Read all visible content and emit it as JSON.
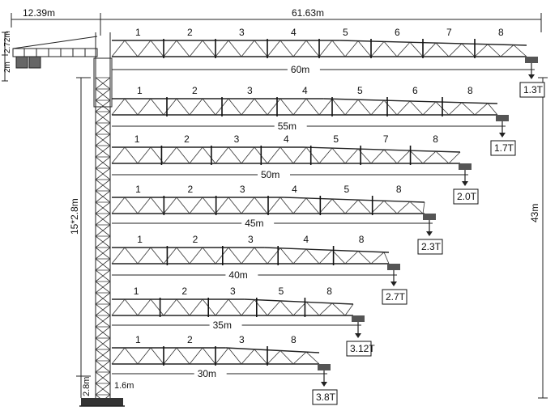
{
  "dimensions": {
    "counter_jib_length": "12.39m",
    "max_jib_length": "61.63m",
    "head_height_top": "2m",
    "head_height_bottom": "2.72m",
    "mast_sections": "15*2.8m",
    "base_section": "2.8m",
    "base_offset": "1.6m",
    "hook_height": "43m"
  },
  "jibs": [
    {
      "length": "60m",
      "load": "1.3T",
      "sections": [
        "1",
        "2",
        "3",
        "4",
        "5",
        "6",
        "7",
        "8"
      ]
    },
    {
      "length": "55m",
      "load": "1.7T",
      "sections": [
        "1",
        "2",
        "3",
        "4",
        "5",
        "6",
        "8"
      ]
    },
    {
      "length": "50m",
      "load": "2.0T",
      "sections": [
        "1",
        "2",
        "3",
        "4",
        "5",
        "7",
        "8"
      ]
    },
    {
      "length": "45m",
      "load": "2.3T",
      "sections": [
        "1",
        "2",
        "3",
        "4",
        "5",
        "8"
      ]
    },
    {
      "length": "40m",
      "load": "2.7T",
      "sections": [
        "1",
        "2",
        "3",
        "4",
        "8"
      ]
    },
    {
      "length": "35m",
      "load": "3.12T",
      "sections": [
        "1",
        "2",
        "3",
        "5",
        "8"
      ]
    },
    {
      "length": "30m",
      "load": "3.8T",
      "sections": [
        "1",
        "2",
        "3",
        "8"
      ]
    }
  ]
}
